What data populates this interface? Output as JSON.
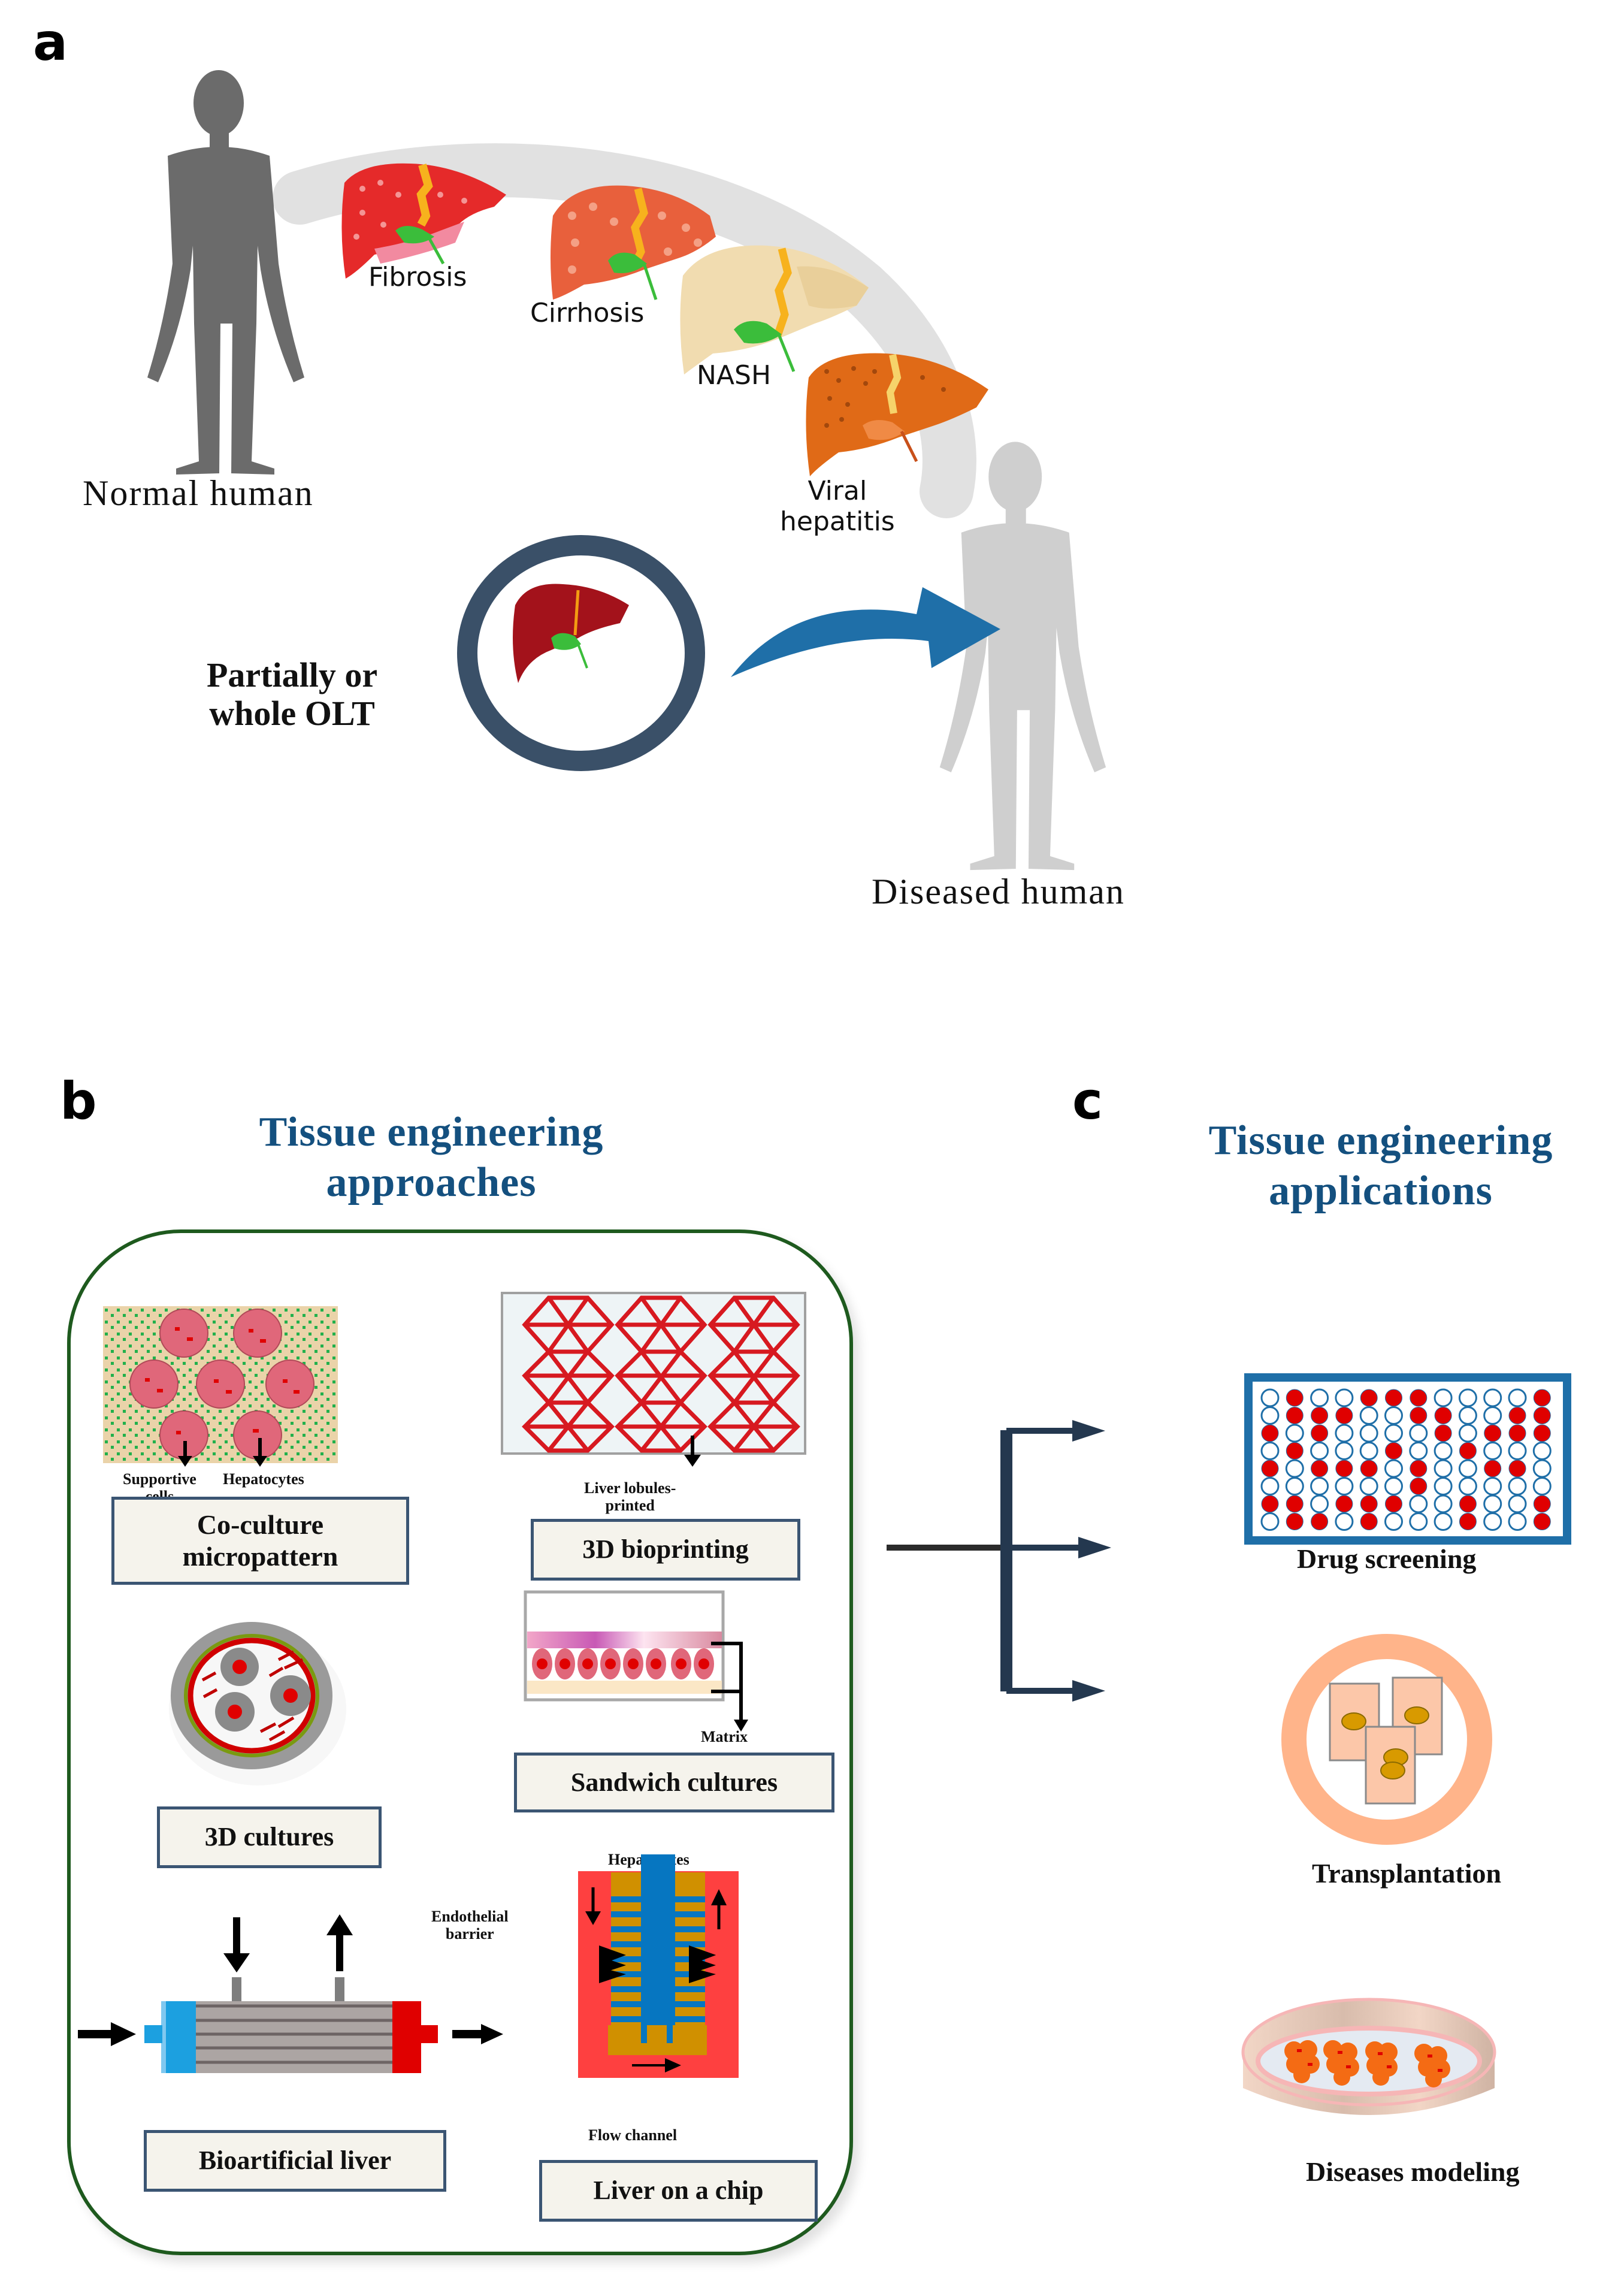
{
  "figure": {
    "panels": {
      "a": {
        "letter": "a",
        "normal_human_label": "Normal human",
        "diseased_human_label": "Diseased human",
        "disease_stages": [
          {
            "name": "Fibrosis",
            "color": "#e52a2a"
          },
          {
            "name": "Cirrhosis",
            "color": "#e8603c"
          },
          {
            "name": "NASH",
            "color": "#f1dcb0"
          },
          {
            "name": "Viral hepatitis",
            "line1": "Viral",
            "line2": "hepatitis",
            "color": "#e06a17"
          }
        ],
        "olt_label_line1": "Partially or",
        "olt_label_line2": "whole OLT",
        "colors": {
          "normal_silhouette": "#6b6b6b",
          "diseased_silhouette": "#cfcfcf",
          "olt_ring": "#3a5068",
          "transplant_arrow": "#1f6fa8",
          "donor_liver": "#a3121b"
        }
      },
      "b": {
        "letter": "b",
        "heading_line1": "Tissue engineering",
        "heading_line2": "approaches",
        "approaches": {
          "coculture": {
            "label_line1": "Co-culture",
            "label_line2": "micropattern",
            "annotation_left_line1": "Supportive",
            "annotation_left_line2": "cells",
            "annotation_right": "Hepatocytes"
          },
          "bioprinting": {
            "label": "3D bioprinting",
            "annotation_line1": "Liver lobules-",
            "annotation_line2": "printed"
          },
          "sandwich": {
            "label": "Sandwich cultures",
            "annotation": "Matrix"
          },
          "cultures3d": {
            "label": "3D cultures"
          },
          "bioartificial": {
            "label": "Bioartificial liver"
          },
          "chip": {
            "label": "Liver on a chip",
            "annotation_top": "Hepatocytes",
            "annotation_left_line1": "Endothelial",
            "annotation_left_line2": "barrier",
            "annotation_bottom": "Flow channel"
          }
        },
        "colors": {
          "heading": "#14507f",
          "container_border": "#1e5a1e",
          "label_box_border": "#3b5573",
          "label_box_fill": "#f5f3ec"
        }
      },
      "c": {
        "letter": "c",
        "heading_line1": "Tissue engineering",
        "heading_line2": "applications",
        "applications": [
          {
            "label": "Drug screening"
          },
          {
            "label": "Transplantation"
          },
          {
            "label": "Diseases modeling"
          }
        ],
        "well_plate": {
          "rows": 8,
          "cols": 12,
          "filled": [
            [
              0,
              1,
              0,
              0,
              1,
              1,
              1,
              0,
              0,
              0,
              0,
              1
            ],
            [
              0,
              1,
              1,
              1,
              0,
              0,
              1,
              1,
              0,
              0,
              1,
              1
            ],
            [
              1,
              0,
              1,
              0,
              0,
              0,
              0,
              1,
              0,
              1,
              1,
              1
            ],
            [
              0,
              1,
              0,
              0,
              0,
              1,
              0,
              0,
              1,
              0,
              0,
              0
            ],
            [
              1,
              0,
              1,
              1,
              1,
              0,
              1,
              0,
              0,
              1,
              1,
              0
            ],
            [
              0,
              0,
              0,
              0,
              0,
              0,
              1,
              0,
              0,
              0,
              0,
              0
            ],
            [
              1,
              1,
              0,
              1,
              1,
              1,
              0,
              0,
              1,
              0,
              0,
              1
            ],
            [
              0,
              1,
              1,
              0,
              1,
              0,
              0,
              0,
              1,
              0,
              0,
              1
            ]
          ],
          "frame_color": "#1f6fa8",
          "filled_color": "#e00000"
        },
        "colors": {
          "connector": "#24384f",
          "transplant_ring": "#ffb48a"
        }
      }
    }
  }
}
